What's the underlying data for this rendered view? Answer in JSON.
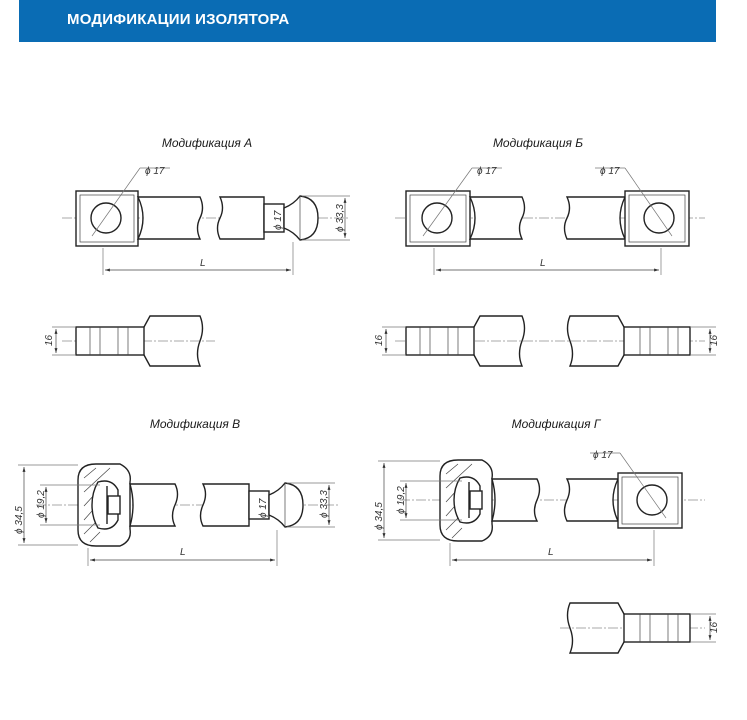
{
  "header": {
    "title": "МОДИФИКАЦИИ ИЗОЛЯТОРА",
    "color": "#0a6cb4"
  },
  "mods": {
    "a": {
      "caption": "Модификация А"
    },
    "b": {
      "caption": "Модификация Б"
    },
    "v": {
      "caption": "Модификация В"
    },
    "g": {
      "caption": "Модификация Г"
    }
  },
  "dims": {
    "hole": "ϕ 17",
    "neck": "ϕ 17",
    "head": "ϕ 33,3",
    "outer": "ϕ 34,5",
    "inner": "ϕ 19,2",
    "thick": "16",
    "length": "L"
  }
}
